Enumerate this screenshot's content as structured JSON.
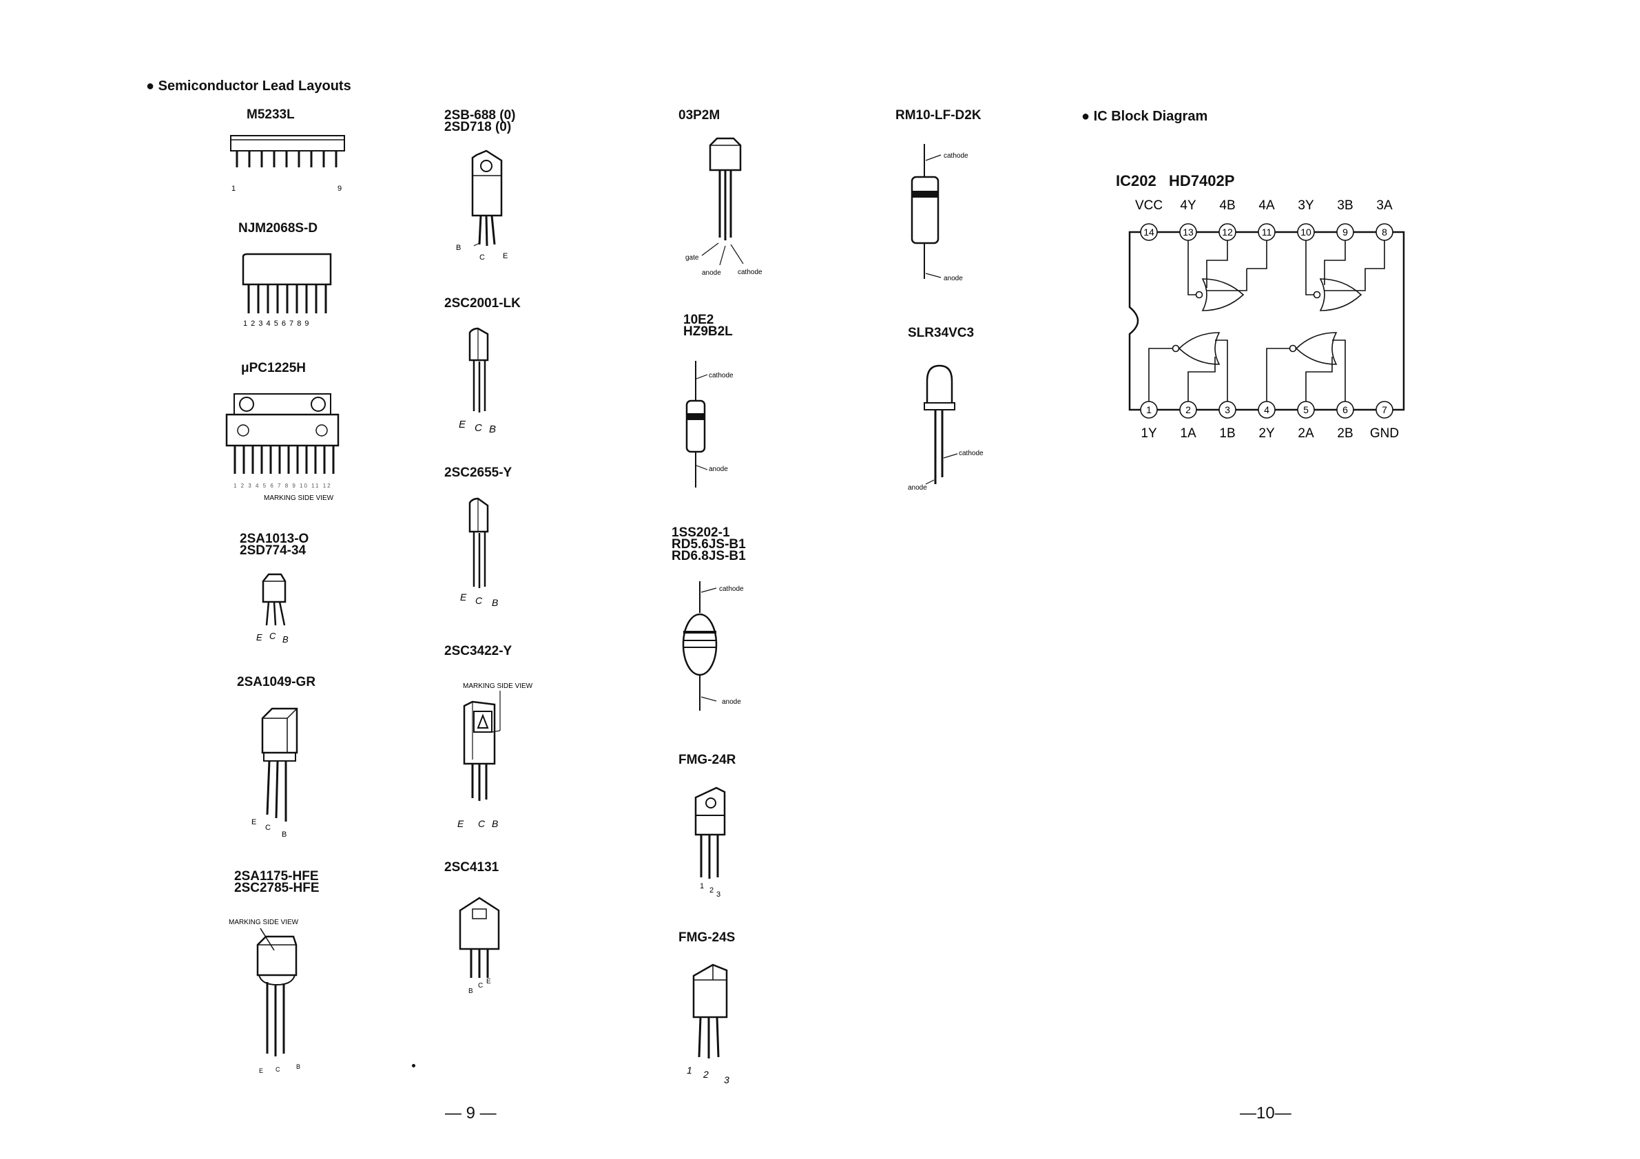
{
  "sections": {
    "lead_layouts": "Semiconductor Lead Layouts",
    "block_diagram": "IC Block Diagram"
  },
  "components": [
    {
      "label": "M5233L",
      "pins": [
        "1",
        "9"
      ]
    },
    {
      "label": "NJM2068S-D",
      "pins": [
        "1 2 3 4 5 6 7 8 9"
      ]
    },
    {
      "label": "μPC1225H",
      "note": "MARKING SIDE VIEW",
      "pins": [
        "1 2 3 4 5 6 7 8 9 10 11 12"
      ]
    },
    {
      "label": "2SA1013-O\n2SD774-34",
      "pins": [
        "E",
        "C",
        "B"
      ]
    },
    {
      "label": "2SA1049-GR",
      "pins": [
        "E",
        "C",
        "B"
      ]
    },
    {
      "label": "2SA1175-HFE\n2SC2785-HFE",
      "note": "MARKING SIDE VIEW",
      "pins": [
        "E",
        "C",
        "B"
      ]
    },
    {
      "label": "2SB-688 (0)\n2SD718 (0)",
      "pins": [
        "B",
        "C",
        "E"
      ]
    },
    {
      "label": "2SC2001-LK",
      "pins": [
        "E",
        "C",
        "B"
      ]
    },
    {
      "label": "2SC2655-Y",
      "pins": [
        "E",
        "C",
        "B"
      ]
    },
    {
      "label": "2SC3422-Y",
      "note": "MARKING SIDE VIEW",
      "pins": [
        "E",
        "C",
        "B"
      ]
    },
    {
      "label": "2SC4131",
      "pins": [
        "B",
        "C",
        "E"
      ]
    },
    {
      "label": "03P2M",
      "pins": [
        "gate",
        "anode",
        "cathode"
      ]
    },
    {
      "label": "10E2\nHZ9B2L",
      "pins": [
        "cathode",
        "anode"
      ]
    },
    {
      "label": "1SS202-1\nRD5.6JS-B1\nRD6.8JS-B1",
      "pins": [
        "cathode",
        "anode"
      ]
    },
    {
      "label": "FMG-24R",
      "pins": [
        "1",
        "2",
        "3"
      ]
    },
    {
      "label": "FMG-24S",
      "pins": [
        "1",
        "2",
        "3"
      ]
    },
    {
      "label": "RM10-LF-D2K",
      "pins": [
        "cathode",
        "anode"
      ]
    },
    {
      "label": "SLR34VC3",
      "pins": [
        "cathode",
        "anode"
      ]
    }
  ],
  "ic": {
    "title": "IC202   HD7402P",
    "top_names": [
      "VCC",
      "4Y",
      "4B",
      "4A",
      "3Y",
      "3B",
      "3A"
    ],
    "top_pins": [
      "14",
      "13",
      "12",
      "11",
      "10",
      "9",
      "8"
    ],
    "bottom_pins": [
      "1",
      "2",
      "3",
      "4",
      "5",
      "6",
      "7"
    ],
    "bottom_names": [
      "1Y",
      "1A",
      "1B",
      "2Y",
      "2A",
      "2B",
      "GND"
    ]
  },
  "page_numbers": [
    "— 9 —",
    "—10—"
  ]
}
